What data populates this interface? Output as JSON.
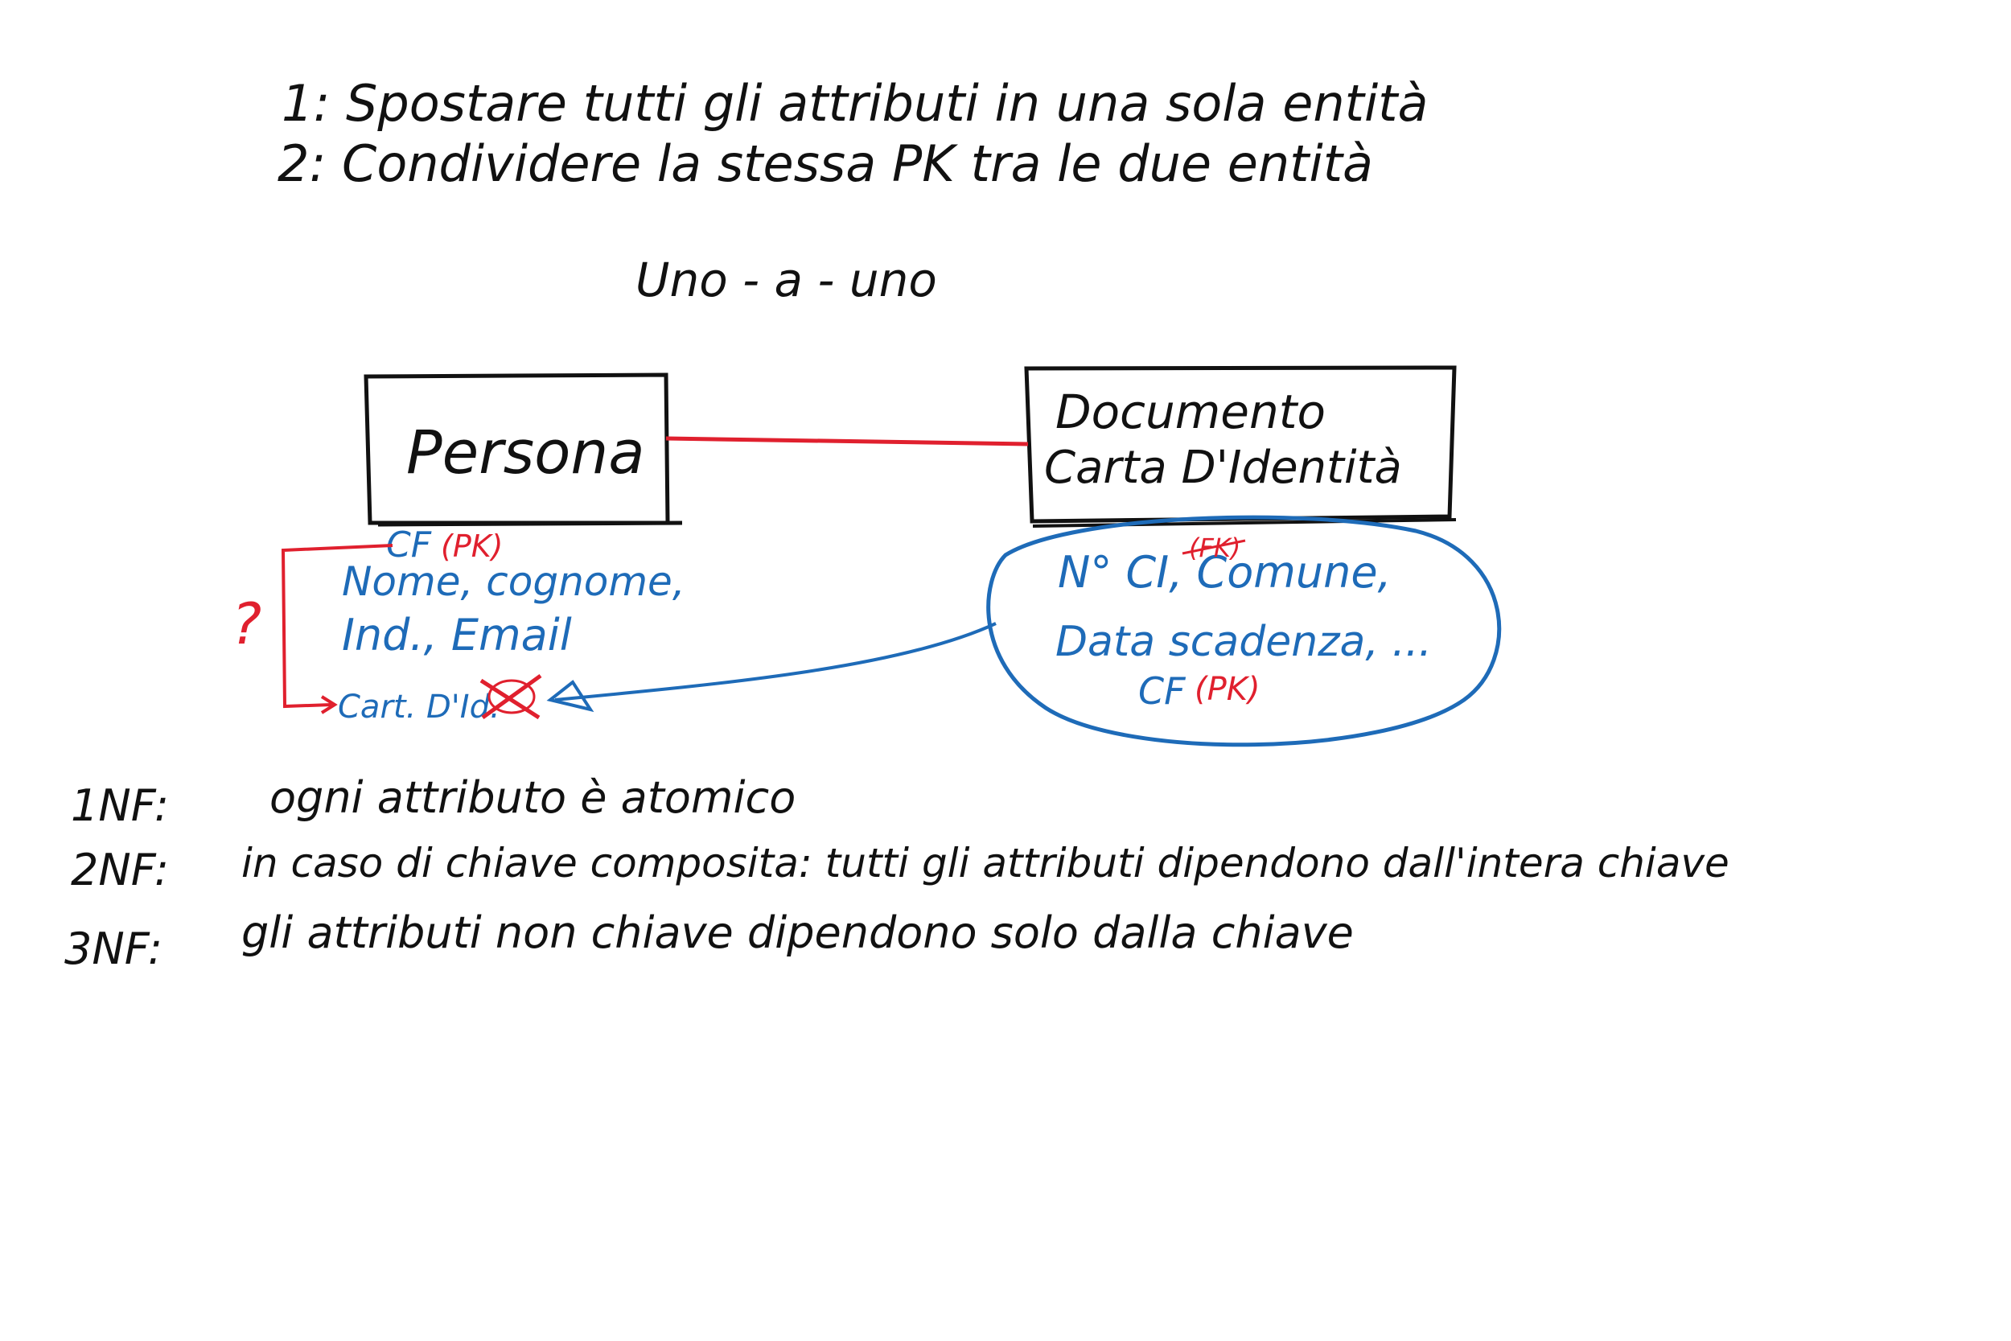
{
  "header": {
    "line1": "1: Spostare tutti gli attributi in una sola entità",
    "line2": "2: Condividere la stessa PK tra le due entità"
  },
  "diagram": {
    "relation_title": "Uno - a - uno",
    "entity_left": {
      "name": "Persona",
      "pk_attr": "CF",
      "pk_tag": "(PK)",
      "attr_line1": "Nome, cognome,",
      "attr_line2": "Ind., Email",
      "attr_line3": "Cart. D'Id.",
      "question_mark": "?"
    },
    "entity_right": {
      "name_line1": "Documento",
      "name_line2": "Carta D'Identità",
      "attr_line1": "N° CI, Comune,",
      "fk_tag": "(FK)",
      "attr_line2": "Data scadenza, ...",
      "pk_attr": "CF",
      "pk_tag": "(PK)"
    },
    "colors": {
      "black": "#111111",
      "blue": "#1e6bb8",
      "red": "#e0202e"
    }
  },
  "normal_forms": [
    {
      "label": "1NF:",
      "text": "ogni attributo è atomico"
    },
    {
      "label": "2NF:",
      "text": "in caso di chiave composita: tutti gli attributi dipendono dall'intera chiave"
    },
    {
      "label": "3NF:",
      "text": "gli attributi non chiave dipendono solo dalla chiave"
    }
  ]
}
